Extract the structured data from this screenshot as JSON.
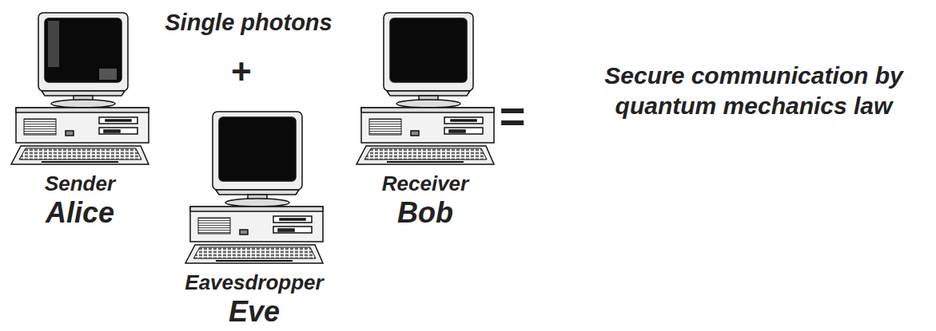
{
  "diagram": {
    "nodes": [
      {
        "text": [
          "Sender",
          "Alice"
        ]
      },
      {
        "text": [
          "Receiver",
          "Bob"
        ]
      },
      {
        "text": [
          "Eavesdropper",
          "Eve"
        ]
      }
    ],
    "labels": [
      "Single photons",
      "+",
      "=",
      "Secure communication by quantum mechanics law"
    ]
  }
}
